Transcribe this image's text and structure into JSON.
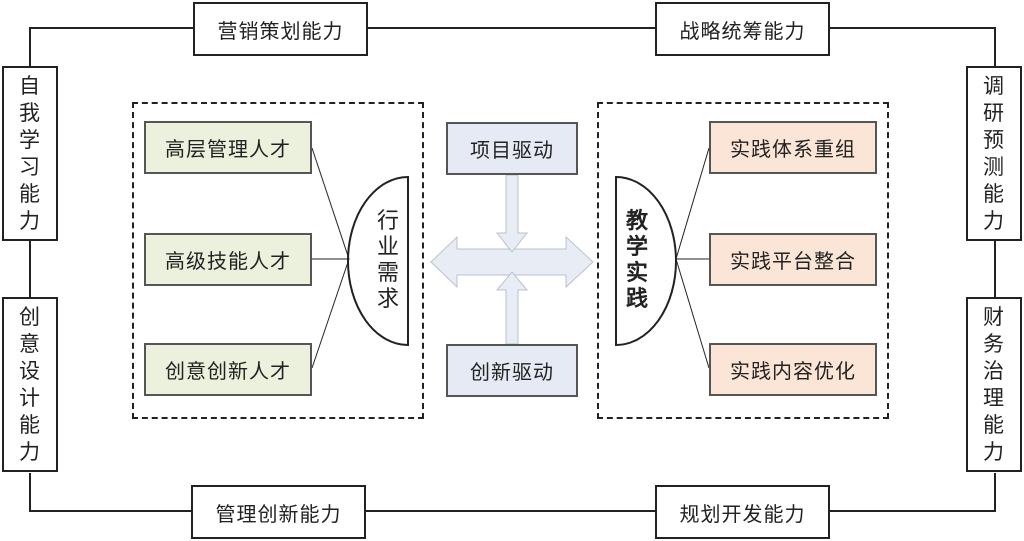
{
  "outer_frame": {
    "top": [
      "营销策划能力",
      "战略统筹能力"
    ],
    "bottom": [
      "管理创新能力",
      "规划开发能力"
    ],
    "left": [
      "自我学习能力",
      "创意设计能力"
    ],
    "right": [
      "调研预测能力",
      "财务治理能力"
    ]
  },
  "left_group": {
    "hub": "行业需求",
    "items": [
      "高层管理人才",
      "高级技能人才",
      "创意创新人才"
    ],
    "fill": "#ebf1dd"
  },
  "center": {
    "top": "项目驱动",
    "bottom": "创新驱动",
    "fill": "#e6eaf4",
    "arrow_fill": "#e8edf5"
  },
  "right_group": {
    "hub": "教学实践",
    "items": [
      "实践体系重组",
      "实践平台整合",
      "实践内容优化"
    ],
    "fill": "#fbe5d6"
  }
}
